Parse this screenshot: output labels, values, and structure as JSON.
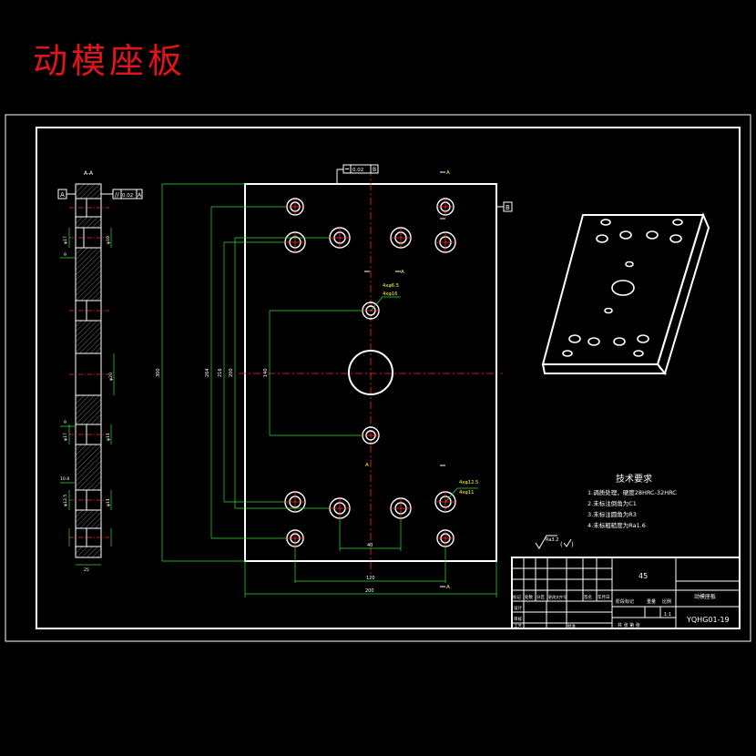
{
  "title": "动模座板",
  "colors": {
    "background": "#000000",
    "title": "#e0141b",
    "outline": "#ffffff",
    "dimension": "#33dd33",
    "centerline": "#ff2a2a",
    "annotation": "#ffff33",
    "hatch": "#cccccc"
  },
  "section_view": {
    "label": "A-A",
    "datum": "A",
    "parallelism_value": "0.02",
    "parallelism_datum": "A",
    "dims": {
      "d1": "φ17",
      "d2": "φ10",
      "d3": "φ20",
      "d4": "φ17",
      "d5": "φ11",
      "d6": "φ12.5",
      "d7": "φ11",
      "h1": "9",
      "h2": "10.8",
      "h3": "9",
      "thickness": "25"
    }
  },
  "plan_view": {
    "flatness_value": "0.02",
    "flatness_datum": "B",
    "datum": "B",
    "dims": {
      "height": "300",
      "v1": "264",
      "v2": "216",
      "v3": "200",
      "v4": "140",
      "w_bottom": "40",
      "w_mid": "120",
      "w_total": "200"
    },
    "hole_callouts": {
      "upper_1": "4xφ6.5",
      "upper_2": "4xφ16",
      "lower_1": "4xφ12.5",
      "lower_2": "4xφ11"
    },
    "section_marks": [
      "A",
      "A",
      "A",
      "A"
    ]
  },
  "tech_requirements": {
    "title": "技术要求",
    "items": [
      "1.调质处理，硬度28HRC-32HRC",
      "2.未标注倒角为C1",
      "3.未标注圆角为R3",
      "4.未标粗糙度为Ra1.6"
    ]
  },
  "surface_roughness": "Ra3.2",
  "title_block": {
    "material": "45",
    "part_name": "动模座板",
    "drawing_no": "YQHG01-19",
    "scale": "1:1",
    "row_labels": [
      "标记",
      "处数",
      "分区",
      "更改文件号",
      "签名",
      "年月日"
    ],
    "designer_label": "设计",
    "reviewer_label": "审核",
    "process_label": "工艺",
    "approve_label": "批准",
    "stage_label": "阶段标记",
    "weight_label": "重量",
    "scale_label": "比例",
    "sheet_label": "共  张 第  张"
  }
}
